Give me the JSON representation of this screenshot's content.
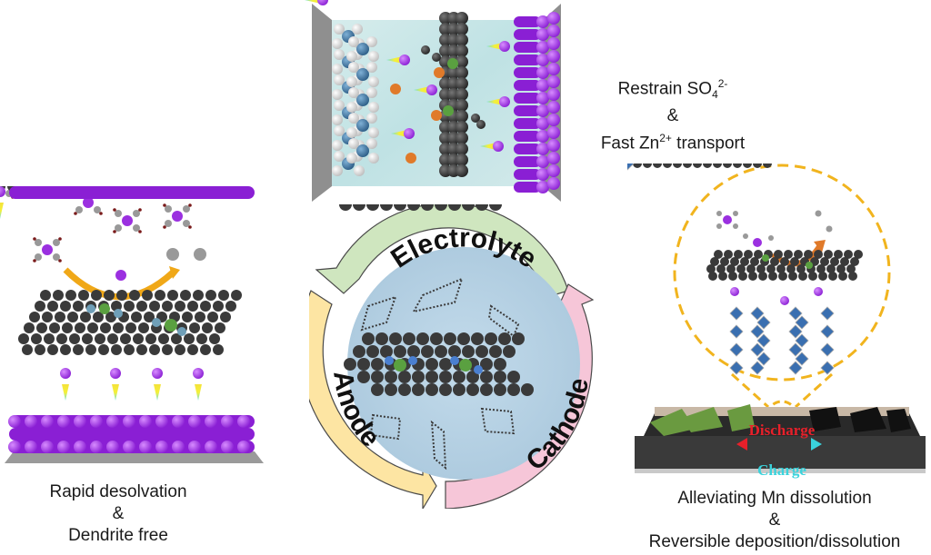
{
  "figure": {
    "top_panel": {
      "caption_line1_main": "Restrain SO",
      "caption_line1_sub": "4",
      "caption_line1_sup": "2-",
      "caption_amp": "&",
      "caption_line2_main": "Fast Zn",
      "caption_line2_sup": "2+",
      "caption_line2_tail": " transport"
    },
    "cycle": {
      "electrolyte_label": "Electrolyte",
      "anode_label": "Anode",
      "cathode_label": "Cathode",
      "colors": {
        "electrolyte": "#cfe6bf",
        "anode": "#fde5a3",
        "cathode": "#f6c6d8",
        "center": "#b8d4e6"
      }
    },
    "left_panel": {
      "caption_line1": "Rapid desolvation",
      "caption_amp": "&",
      "caption_line2": "Dendrite free"
    },
    "right_panel": {
      "discharge_label": "Discharge",
      "charge_label": "Charge",
      "caption_line1": "Alleviating Mn dissolution",
      "caption_amp": "&",
      "caption_line2": "Reversible deposition/dissolution",
      "colors": {
        "discharge": "#e8202a",
        "charge": "#3ad3dc",
        "zoom_ring": "#f1b41e"
      }
    },
    "colors": {
      "zinc": "#9b30e0",
      "carbon": "#3a3a3a",
      "nitrogen": "#5b8fb8",
      "metal_site": "#5aa040",
      "sulfate": "#e07a2a",
      "arrow_gold": "#f0a818"
    }
  }
}
